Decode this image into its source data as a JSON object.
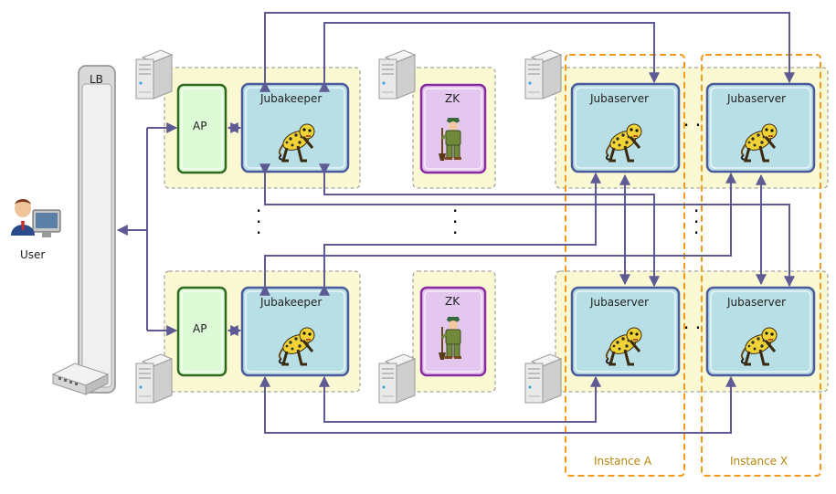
{
  "labels": {
    "lb": "LB",
    "user": "User",
    "ap": "AP",
    "jubakeeper": "Jubakeeper",
    "zk": "ZK",
    "jubaserver": "Jubaserver",
    "instance_a": "Instance A",
    "instance_x": "Instance X"
  },
  "colors": {
    "zone_fill": "#fbf9d4",
    "zone_border": "#8e8e8e",
    "ap_fill": "#dcfad6",
    "ap_border": "#2f6a1e",
    "node_fill": "#b9dfe6",
    "node_border": "#4a5a9a",
    "zk_fill": "#e4c7ef",
    "zk_border": "#8a2aa0",
    "arrow": "#5e5a94",
    "instance_border": "#f29a1c"
  },
  "icons": [
    "server-icon",
    "user-icon",
    "switch-icon",
    "jaguar-icon",
    "zookeeper-icon"
  ]
}
